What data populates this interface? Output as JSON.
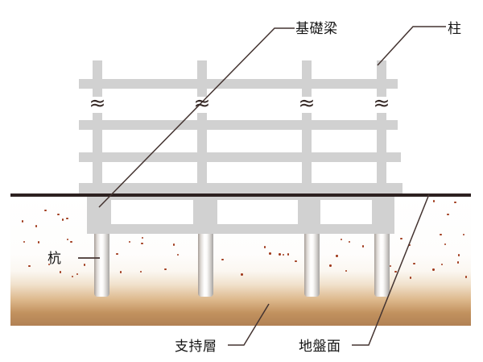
{
  "figure": {
    "type": "diagram",
    "subject": "pile-foundation-cross-section",
    "labels": {
      "foundation_beam": "基礎梁",
      "column": "柱",
      "pile": "杭",
      "bearing_stratum": "支持層",
      "ground_surface": "地盤面"
    },
    "break_symbol": "≈",
    "colors": {
      "structure_gray": "#d1d1d1",
      "ground_line_dark": "#2d2120",
      "leader_line": "#443431",
      "soil_dot": "#a03a1c",
      "bearing_layer_brown": "#b28154",
      "label_text": "#151515"
    }
  }
}
